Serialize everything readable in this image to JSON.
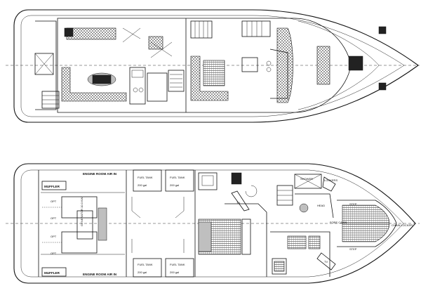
{
  "upper_deck": {},
  "lower_deck": {
    "engine_room": {
      "air_in_top": "ENGINE ROOM AIR IN",
      "air_in_bottom": "ENGINE ROOM AIR IN",
      "muffler_top": "MUFFLER",
      "muffler_bottom": "MUFFLER",
      "generator": "GENERATOR 10.0 KW",
      "opt_1": "OPT",
      "opt_2": "OPT",
      "opt_3": "OPT",
      "opt_4": "OPT"
    },
    "tanks": {
      "fuel_1_label": "FUEL TANK",
      "fuel_1_capacity": "200 gal",
      "fuel_2_label": "FUEL TANK",
      "fuel_2_capacity": "200 gal",
      "fuel_3_label": "FUEL TANK",
      "fuel_3_capacity": "200 gal",
      "fuel_4_label": "FUEL TANK",
      "fuel_4_capacity": "200 gal"
    },
    "forward": {
      "shower": "SHOWER",
      "head": "HEAD",
      "lockers": "LOCKERS",
      "step_top": "STEP",
      "step_bottom": "STEP",
      "chain_locker": "CHAIN LOCKER",
      "fore_cabin": "FORE CABIN",
      "tv_1": "TV",
      "tv_2": "TV"
    }
  }
}
